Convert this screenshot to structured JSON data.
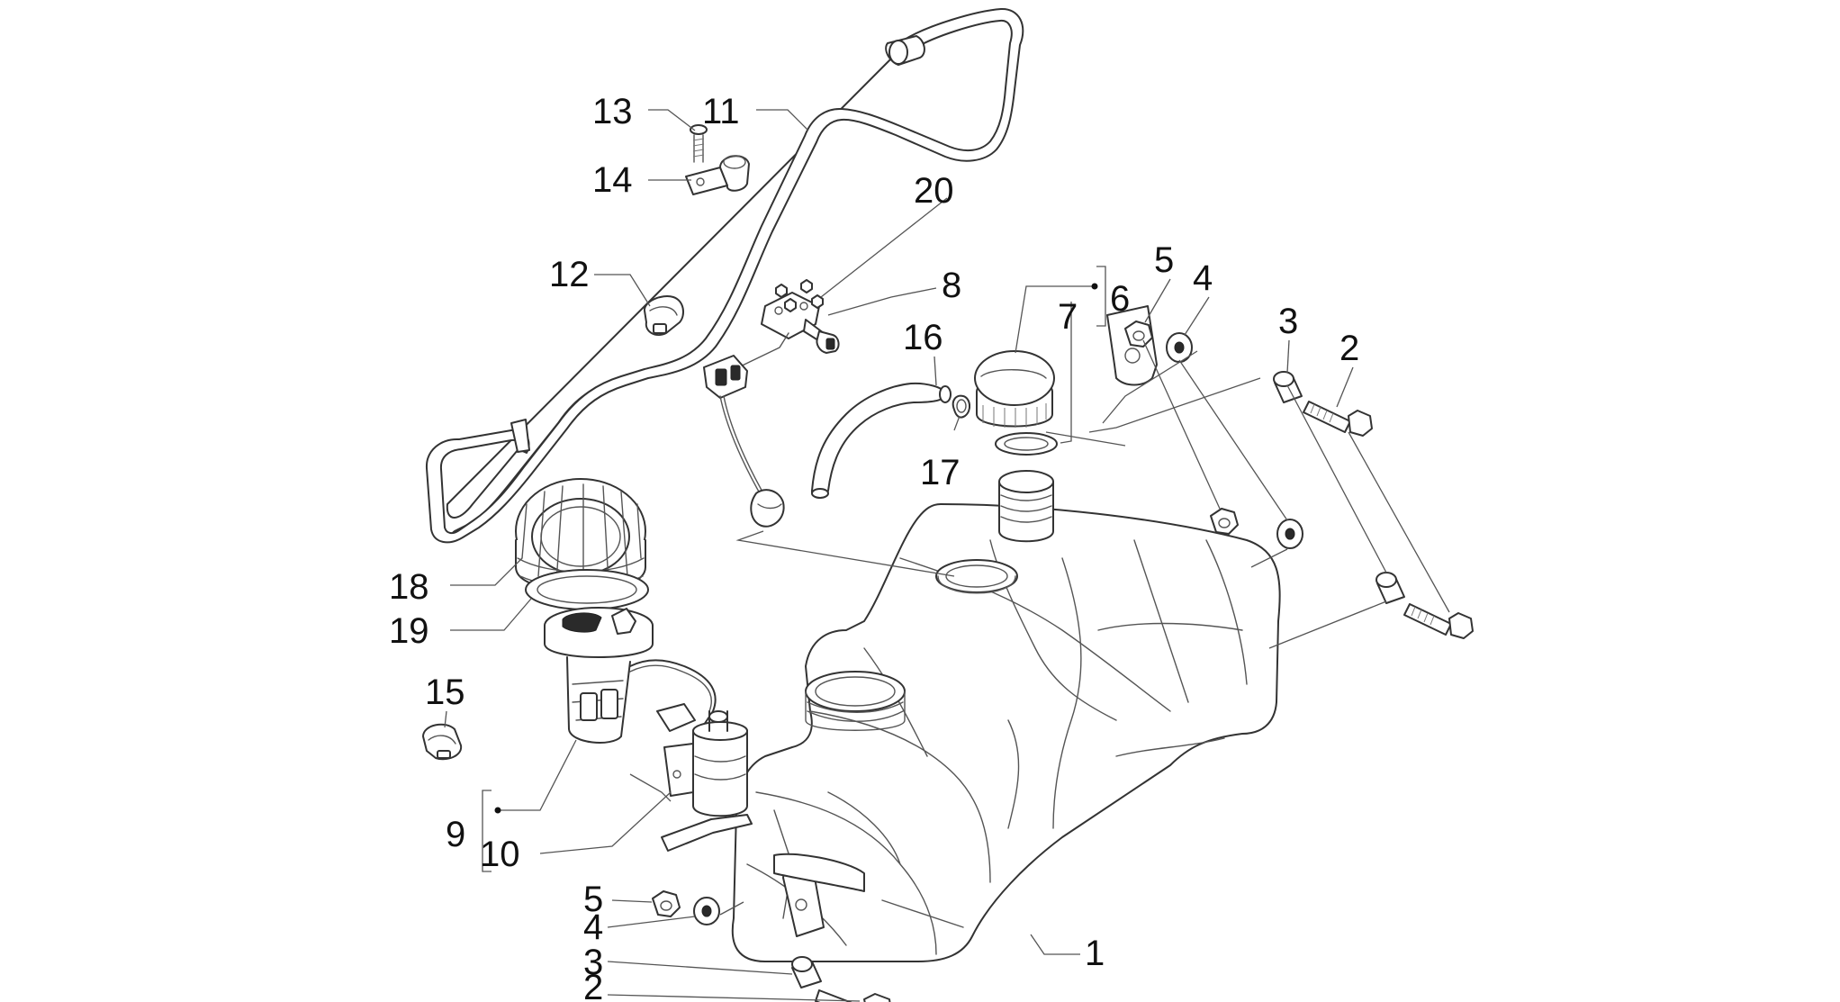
{
  "diagram": {
    "callouts": [
      {
        "id": "c13",
        "label": "13"
      },
      {
        "id": "c11",
        "label": "11"
      },
      {
        "id": "c14",
        "label": "14"
      },
      {
        "id": "c20",
        "label": "20"
      },
      {
        "id": "c12",
        "label": "12"
      },
      {
        "id": "c8",
        "label": "8"
      },
      {
        "id": "c6",
        "label": "6"
      },
      {
        "id": "c7",
        "label": "7"
      },
      {
        "id": "c5a",
        "label": "5"
      },
      {
        "id": "c4a",
        "label": "4"
      },
      {
        "id": "c3a",
        "label": "3"
      },
      {
        "id": "c2a",
        "label": "2"
      },
      {
        "id": "c16",
        "label": "16"
      },
      {
        "id": "c17",
        "label": "17"
      },
      {
        "id": "c18",
        "label": "18"
      },
      {
        "id": "c19",
        "label": "19"
      },
      {
        "id": "c15",
        "label": "15"
      },
      {
        "id": "c9",
        "label": "9"
      },
      {
        "id": "c10",
        "label": "10"
      },
      {
        "id": "c5b",
        "label": "5"
      },
      {
        "id": "c4b",
        "label": "4"
      },
      {
        "id": "c3b",
        "label": "3"
      },
      {
        "id": "c2b",
        "label": "2"
      },
      {
        "id": "c1",
        "label": "1"
      }
    ]
  }
}
